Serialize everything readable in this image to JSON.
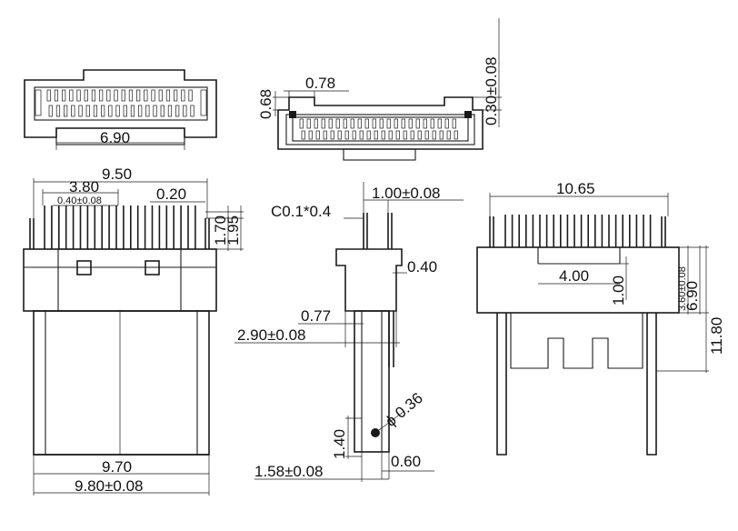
{
  "dimensions": {
    "top_left_width": "6.90",
    "top_mid_h": "0.68",
    "top_mid_pitch": "0.78",
    "top_mid_thk": "0.30±0.08",
    "front_overall": "9.50",
    "front_pins": "3.80",
    "front_pitch": "0.40±0.08",
    "front_pin_w": "0.20",
    "front_h1": "1.70",
    "front_h2": "1.95",
    "front_w1": "9.70",
    "front_w2": "9.80±0.08",
    "side_width": "1.00±0.08",
    "side_chamfer": "C0.1*0.4",
    "side_step": "0.40",
    "side_077": "0.77",
    "side_290": "2.90±0.08",
    "side_hole": "ϕ 0.36",
    "side_140": "1.40",
    "side_060": "0.60",
    "side_158": "1.58±0.08",
    "right_overall": "10.65",
    "right_400": "4.00",
    "right_100": "1.00",
    "right_360": "3.60±0.08",
    "right_690": "6.90",
    "right_1180": "11.80"
  }
}
